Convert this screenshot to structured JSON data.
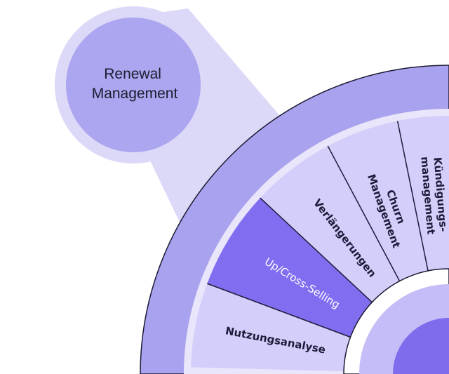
{
  "hub": {
    "label_lines": [
      "Renewal",
      "Management"
    ]
  },
  "segments": [
    {
      "id": "nutzungsanalyse",
      "label_lines": [
        "Nutzungsanalyse"
      ],
      "active": false
    },
    {
      "id": "up-cross-selling",
      "label_lines": [
        "Up/Cross-Selling"
      ],
      "active": true
    },
    {
      "id": "verlaengerungen",
      "label_lines": [
        "Verlängerungen"
      ],
      "active": false
    },
    {
      "id": "churn-management",
      "label_lines": [
        "Churn",
        "Management"
      ],
      "active": false
    },
    {
      "id": "kuendigungsmanagement",
      "label_lines": [
        "Kündigungs-",
        "management"
      ],
      "active": false
    }
  ],
  "colors": {
    "bubble_outer": "#dcd8f8",
    "bubble_inner": "#aca6f0",
    "ring_outer": "#a9a2ee",
    "ring_light": "#e9e6fb",
    "segment": "#d3cefa",
    "segment_active": "#7f6ef0",
    "divider": "#1f1b3a",
    "inner_white": "#ffffff",
    "inner_mid": "#c4bdf7",
    "core": "#7d6cec",
    "outline": "#1c1a33"
  }
}
